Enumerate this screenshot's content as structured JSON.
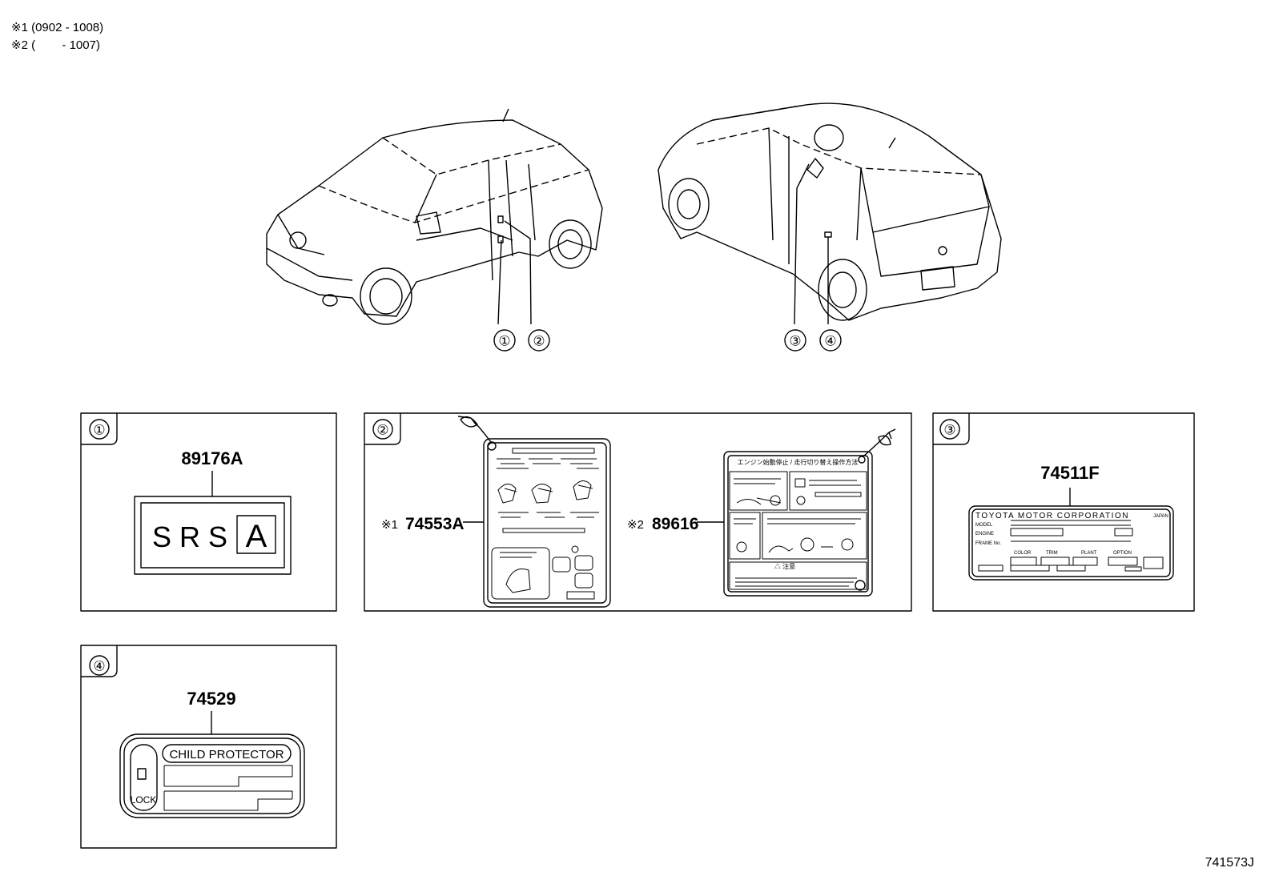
{
  "notes": [
    "※1 (0902 - 1008)",
    "※2 (        - 1007)"
  ],
  "figure_number": "741573J",
  "callouts": [
    "①",
    "②",
    "③",
    "④"
  ],
  "panel1": {
    "part": "89176A",
    "label_letters": "S R S",
    "label_box": "A"
  },
  "panel2": {
    "part_a": "74553A",
    "part_a_prefix": "※1",
    "part_b": "89616",
    "part_b_prefix": "※2",
    "label_b_header": "エンジン始動停止 / 走行切り替え操作方法",
    "label_b_warning": "△ 注意"
  },
  "panel3": {
    "part": "74511F",
    "brand": "TOYOTA MOTOR CORPORATION",
    "country": "JAPAN",
    "rows": [
      "MODEL",
      "ENGINE",
      "FRAME No."
    ],
    "cols": [
      "COLOR",
      "TRIM",
      "PLANT",
      "OPTION"
    ]
  },
  "panel4": {
    "part": "74529",
    "title": "CHILD PROTECTOR",
    "lock": "LOCK"
  }
}
